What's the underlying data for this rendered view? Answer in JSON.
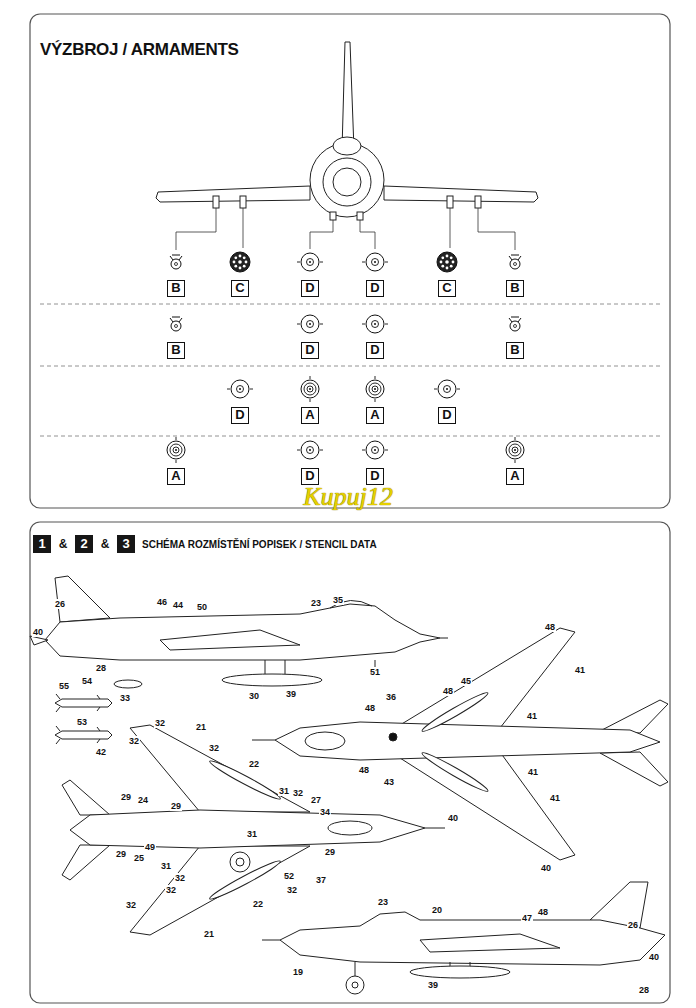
{
  "diagram": {
    "title": "VÝZBROJ / ARMAMENTS",
    "nodes": [
      {
        "text": [
          "B"
        ]
      },
      {
        "text": [
          "C"
        ]
      },
      {
        "text": [
          "D"
        ]
      },
      {
        "text": [
          "D"
        ]
      },
      {
        "text": [
          "C"
        ]
      },
      {
        "text": [
          "B"
        ]
      },
      {
        "text": [
          "B"
        ]
      },
      {
        "text": [
          "D"
        ]
      },
      {
        "text": [
          "D"
        ]
      },
      {
        "text": [
          "B"
        ]
      },
      {
        "text": [
          "D"
        ]
      },
      {
        "text": [
          "A"
        ]
      },
      {
        "text": [
          "A"
        ]
      },
      {
        "text": [
          "D"
        ]
      },
      {
        "text": [
          "A"
        ]
      },
      {
        "text": [
          "D"
        ]
      },
      {
        "text": [
          "D"
        ]
      },
      {
        "text": [
          "A"
        ]
      },
      {
        "text": [
          "1"
        ]
      },
      {
        "text": [
          "2"
        ]
      },
      {
        "text": [
          "3"
        ]
      }
    ],
    "labels": [
      "&",
      "&",
      "SCHÉMA ROZMÍSTĚNÍ POPISEK / STENCIL DATA",
      "Kupuj12",
      "26",
      "40",
      "46",
      "44",
      "50",
      "23",
      "35",
      "28",
      "30",
      "39",
      "51",
      "55",
      "54",
      "33",
      "53",
      "42",
      "48",
      "41",
      "45",
      "48",
      "36",
      "48",
      "41",
      "48",
      "43",
      "41",
      "41",
      "40",
      "40",
      "32",
      "21",
      "32",
      "32",
      "22",
      "29",
      "24",
      "29",
      "31",
      "32",
      "27",
      "34",
      "31",
      "29",
      "49",
      "25",
      "31",
      "29",
      "52",
      "37",
      "32",
      "32",
      "32",
      "22",
      "32",
      "21",
      "23",
      "20",
      "47",
      "48",
      "26",
      "19",
      "39",
      "40",
      "28"
    ]
  }
}
